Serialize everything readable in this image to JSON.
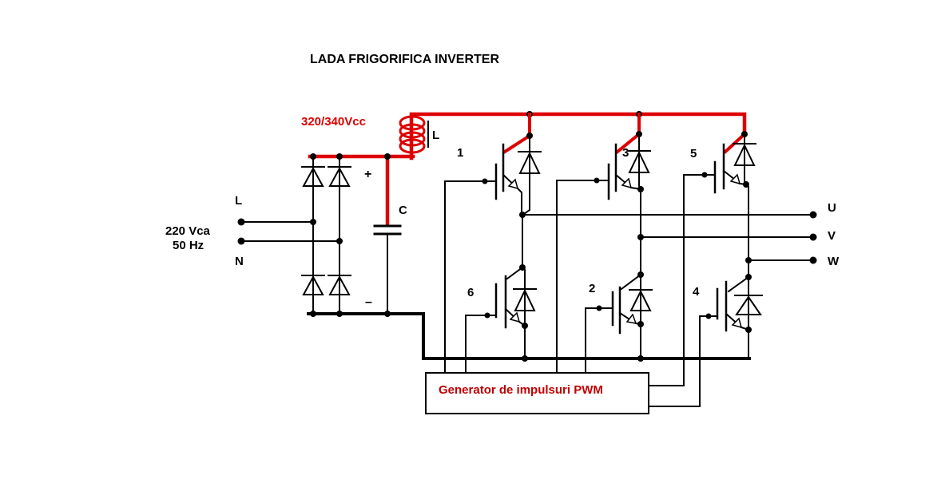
{
  "title": "LADA FRIGORIFICA INVERTER",
  "colors": {
    "red": "#dd0000",
    "black": "#000000",
    "pwm_text": "#c00000"
  },
  "ac_input": {
    "phase_label": "L",
    "neutral_label": "N",
    "voltage": "220 Vca",
    "frequency": "50 Hz"
  },
  "dc_link": {
    "voltage_label": "320/340Vcc",
    "plus_label": "+",
    "minus_label": "–",
    "inductor_label": "L",
    "capacitor_label": "C"
  },
  "inverter": {
    "igbt_top": [
      "1",
      "3",
      "5"
    ],
    "igbt_bottom": [
      "6",
      "2",
      "4"
    ]
  },
  "outputs": {
    "u": "U",
    "v": "V",
    "w": "W"
  },
  "pwm": {
    "label": "Generator de impulsuri PWM"
  }
}
